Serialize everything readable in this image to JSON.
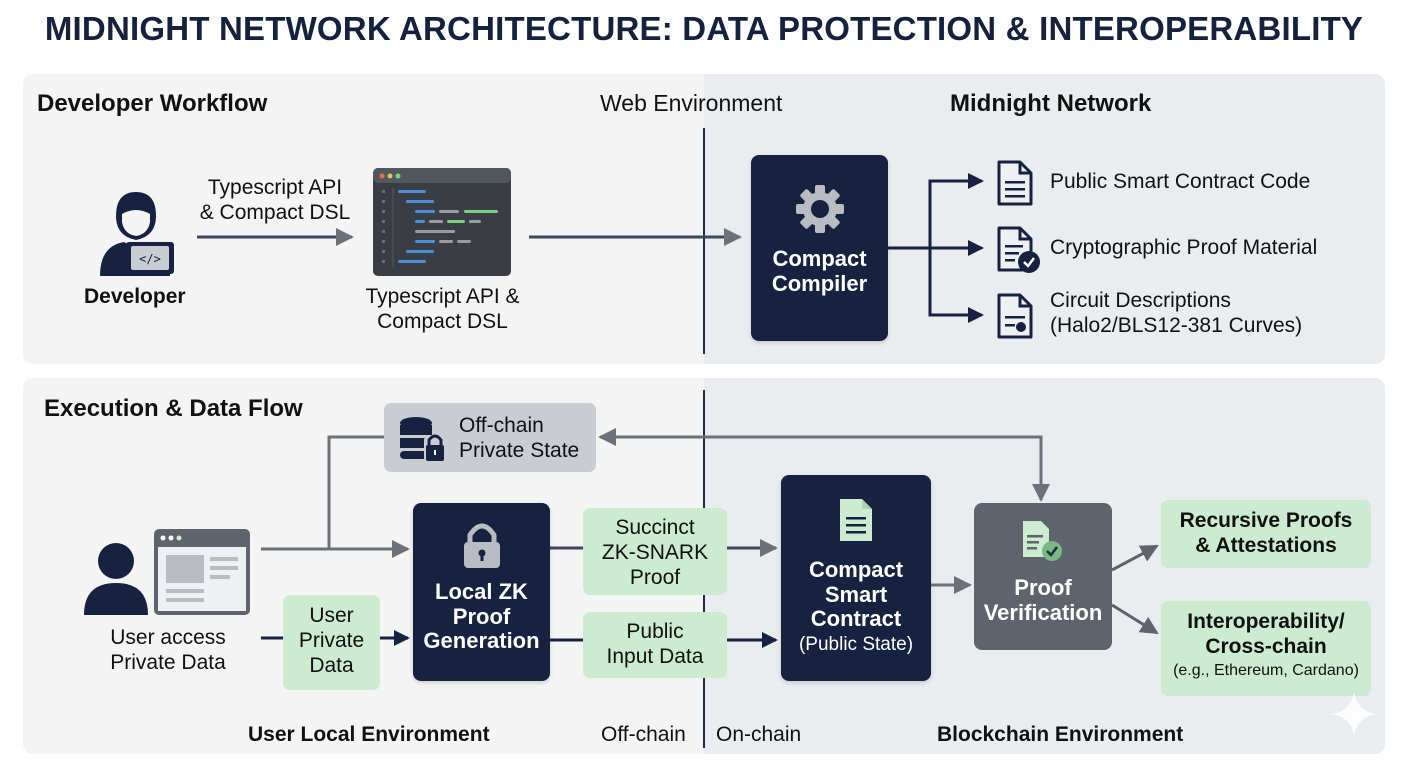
{
  "title": "MIDNIGHT NETWORK ARCHITECTURE: DATA PROTECTION & INTEROPERABILITY",
  "top_panel": {
    "section_title": "Developer Workflow",
    "left_env_label": "Web Environment",
    "right_env_label": "Midnight Network",
    "developer_label": "Developer",
    "arrow_label": "Typescript API & Compact DSL",
    "arrow_label_line1": "Typescript API",
    "arrow_label_line2": "& Compact DSL",
    "editor_label_line1": "Typescript API &",
    "editor_label_line2": "Compact DSL",
    "compiler_line1": "Compact",
    "compiler_line2": "Compiler",
    "outputs": [
      {
        "icon": "document-icon",
        "label": "Public Smart Contract Code"
      },
      {
        "icon": "document-check-icon",
        "label": "Cryptographic Proof Material"
      },
      {
        "icon": "certificate-document-icon",
        "label_line1": "Circuit Descriptions",
        "label_line2": "(Halo2/BLS12-381 Curves)"
      }
    ]
  },
  "bottom_panel": {
    "section_title": "Execution & Data Flow",
    "offchain_state_line1": "Off-chain",
    "offchain_state_line2": "Private State",
    "user_label_line1": "User access",
    "user_label_line2": "Private Data",
    "user_private_data": [
      "User",
      "Private",
      "Data"
    ],
    "local_zk": [
      "Local ZK",
      "Proof",
      "Generation"
    ],
    "snark": [
      "Succinct",
      "ZK-SNARK",
      "Proof"
    ],
    "public_input": [
      "Public",
      "Input Data"
    ],
    "smart_contract": [
      "Compact",
      "Smart",
      "Contract"
    ],
    "smart_contract_sub": "(Public State)",
    "proof_verification": [
      "Proof",
      "Verification"
    ],
    "recursive": [
      "Recursive Proofs",
      "& Attestations"
    ],
    "interop": [
      "Interoperability/",
      "Cross-chain"
    ],
    "interop_sub": "(e.g., Ethereum, Cardano)",
    "footer": {
      "user_local": "User Local Environment",
      "off_chain": "Off-chain",
      "on_chain": "On-chain",
      "blockchain": "Blockchain Environment"
    }
  },
  "colors": {
    "navy": "#16223f",
    "green": "#cdebd0",
    "gray_box": "#5f636b",
    "arrow_gray": "#6b7079"
  }
}
